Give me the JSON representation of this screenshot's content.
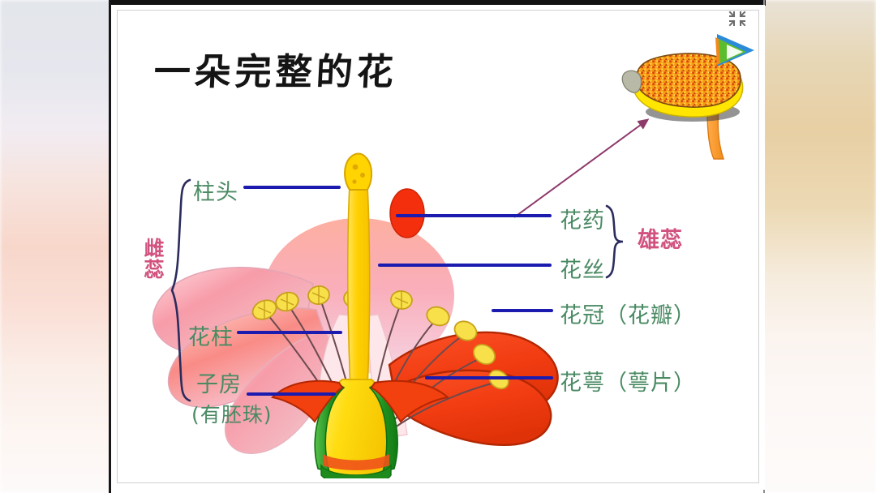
{
  "player": {
    "logo_name": "tencent-video-play-logo",
    "collapse_icon_name": "collapse-fullscreen-icon"
  },
  "slide": {
    "title": "一朵完整的花",
    "title_meaning": "A Complete Flower"
  },
  "labels": {
    "left": [
      {
        "id": "stigma",
        "text": "柱头",
        "color": "#4a8a63"
      },
      {
        "id": "pistil",
        "text": "雌蕊",
        "color": "#d1527f"
      },
      {
        "id": "style",
        "text": "花柱",
        "color": "#4a8a63"
      },
      {
        "id": "ovary",
        "text": "子房",
        "color": "#4a8a63"
      },
      {
        "id": "ovule",
        "text": "(有胚珠)",
        "color": "#4a8a63"
      }
    ],
    "right": [
      {
        "id": "anther",
        "text": "花药",
        "color": "#4a8a63"
      },
      {
        "id": "filament",
        "text": "花丝",
        "color": "#4a8a63"
      },
      {
        "id": "stamen",
        "text": "雄蕊",
        "color": "#d1527f"
      },
      {
        "id": "corolla",
        "text": "花冠（花瓣）",
        "color": "#4a8a63"
      },
      {
        "id": "calyx",
        "text": "花萼（萼片）",
        "color": "#4a8a63"
      }
    ]
  },
  "colors": {
    "leader_line": "#1b1bb0",
    "brace": "#2b2b5e",
    "label_green": "#4a8a63",
    "label_pink": "#d1527f",
    "arrow": "#8e3a6b",
    "petal_pink": "#f4a0ad",
    "petal_red": "#f23c14",
    "pistil_yellow": "#ffd400",
    "sepal_green": "#2e9b2e"
  },
  "diagram": {
    "kind": "botanical-flower-cross-section",
    "parts": [
      "stigma",
      "style",
      "ovary",
      "anther",
      "filament",
      "petal",
      "sepal",
      "pedicel"
    ]
  }
}
